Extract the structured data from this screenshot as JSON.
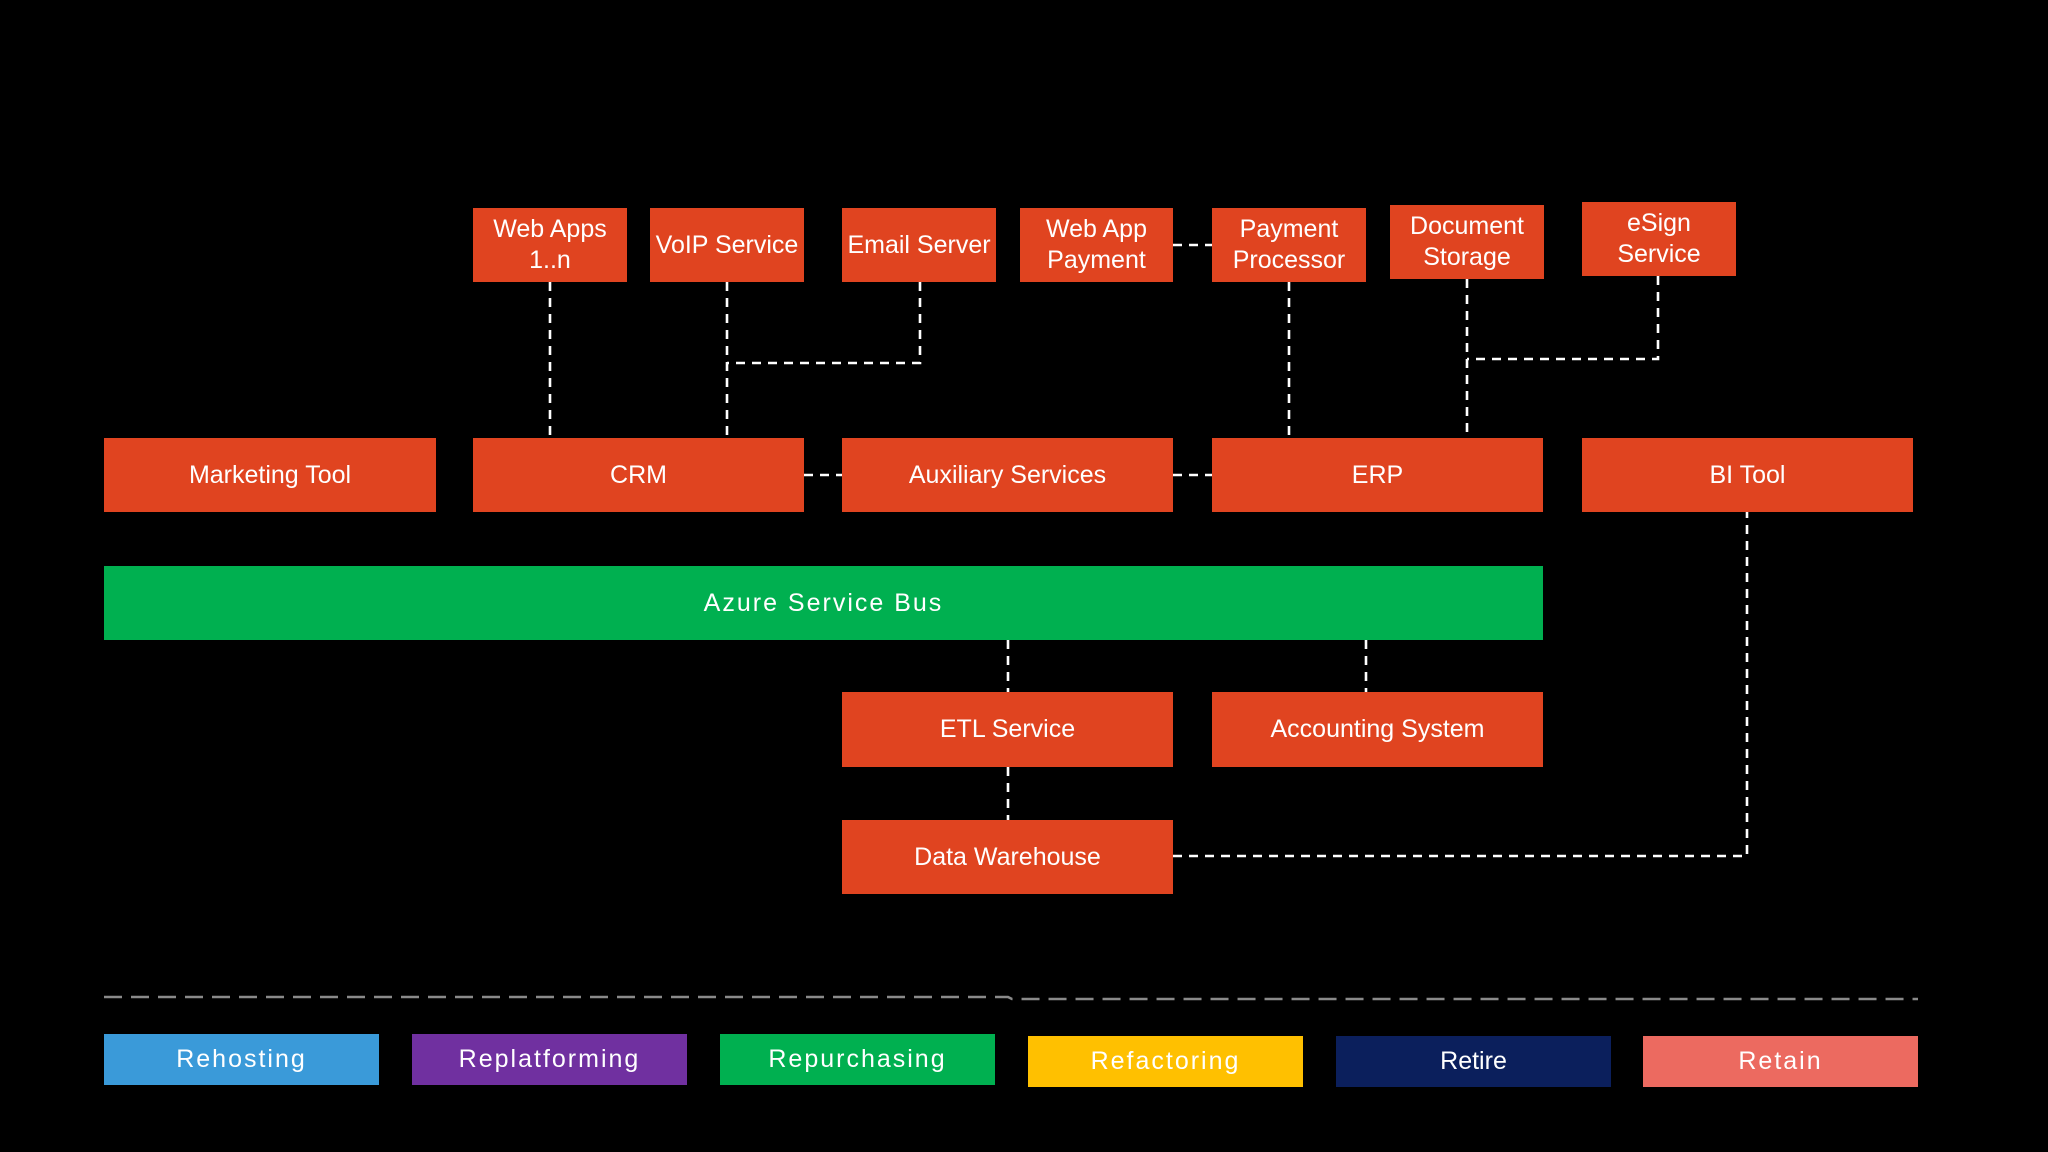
{
  "diagram": {
    "nodes": {
      "web_apps": "Web Apps\n1..n",
      "voip_service": "VoIP Service",
      "email_server": "Email Server",
      "web_app_payment": "Web App\nPayment",
      "payment_processor": "Payment\nProcessor",
      "document_storage": "Document\nStorage",
      "esign_service": "eSign\nService",
      "marketing_tool": "Marketing Tool",
      "crm": "CRM",
      "auxiliary_services": "Auxiliary Services",
      "erp": "ERP",
      "bi_tool": "BI Tool",
      "azure_service_bus": "Azure Service Bus",
      "etl_service": "ETL Service",
      "accounting_system": "Accounting System",
      "data_warehouse": "Data Warehouse"
    },
    "connections": [
      [
        "Web Apps 1..n",
        "CRM"
      ],
      [
        "VoIP Service",
        "CRM"
      ],
      [
        "Email Server",
        "CRM"
      ],
      [
        "Web App Payment",
        "Payment Processor"
      ],
      [
        "Payment Processor",
        "ERP"
      ],
      [
        "Document Storage",
        "ERP"
      ],
      [
        "eSign Service",
        "ERP"
      ],
      [
        "CRM",
        "Auxiliary Services"
      ],
      [
        "Auxiliary Services",
        "ERP"
      ],
      [
        "Azure Service Bus",
        "ETL Service"
      ],
      [
        "Azure Service Bus",
        "Accounting System"
      ],
      [
        "ETL Service",
        "Data Warehouse"
      ],
      [
        "Data Warehouse",
        "BI Tool"
      ]
    ]
  },
  "legend": {
    "rehosting": "Rehosting",
    "replatforming": "Replatforming",
    "repurchasing": "Repurchasing",
    "refactoring": "Refactoring",
    "retire": "Retire",
    "retain": "Retain"
  },
  "colors": {
    "background": "#000000",
    "node": "#e04420",
    "azure_service_bus": "#00b050",
    "connector": "#ffffff",
    "rehosting": "#3a9ad9",
    "replatforming": "#7030a0",
    "repurchasing": "#00b050",
    "refactoring": "#ffc000",
    "retire": "#0b1f5c",
    "retain": "#ec6a60"
  }
}
